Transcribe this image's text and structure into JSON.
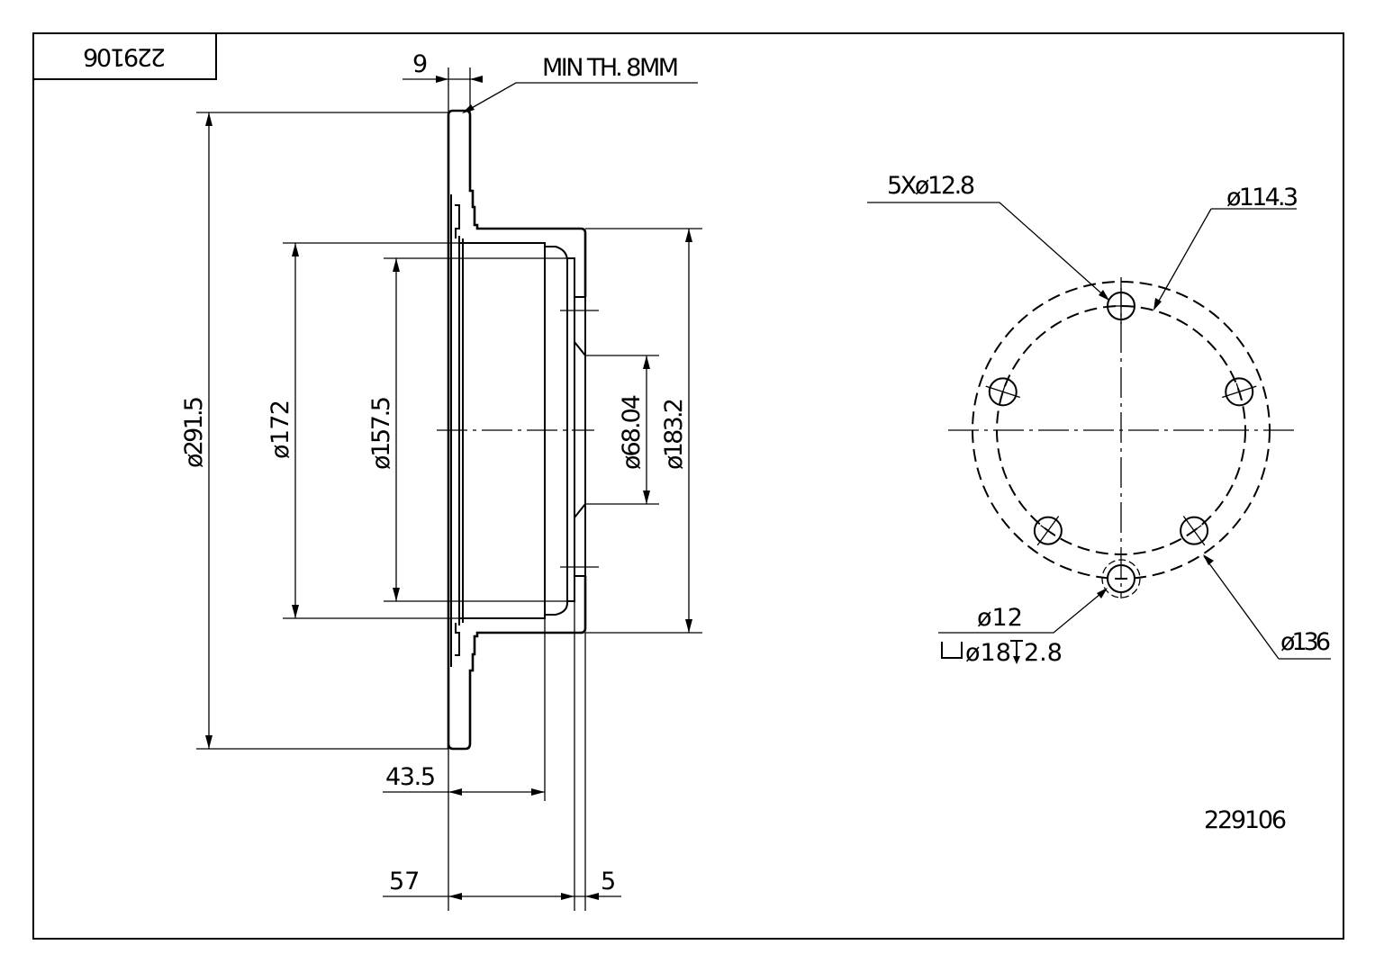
{
  "title_block": {
    "part_number_rotated": "229106"
  },
  "part_number": "229106",
  "side_view": {
    "min_thickness": "MIN TH. 8MM",
    "dims": {
      "thickness": "9",
      "outer_diameter": "ø291.5",
      "d172": "ø172",
      "d157": "ø157.5",
      "center_bore": "ø68.04",
      "hat_diameter": "ø183.2",
      "offset_43": "43.5",
      "height_57": "57",
      "hub_5": "5"
    }
  },
  "front_view": {
    "bolt_holes": "5Xø12.8",
    "pcd": "ø114.3",
    "outer_circle": "ø136",
    "aux_hole": "ø12",
    "counterbore": "ø18",
    "counterbore_depth": "2.8",
    "bolt_count": 5
  }
}
